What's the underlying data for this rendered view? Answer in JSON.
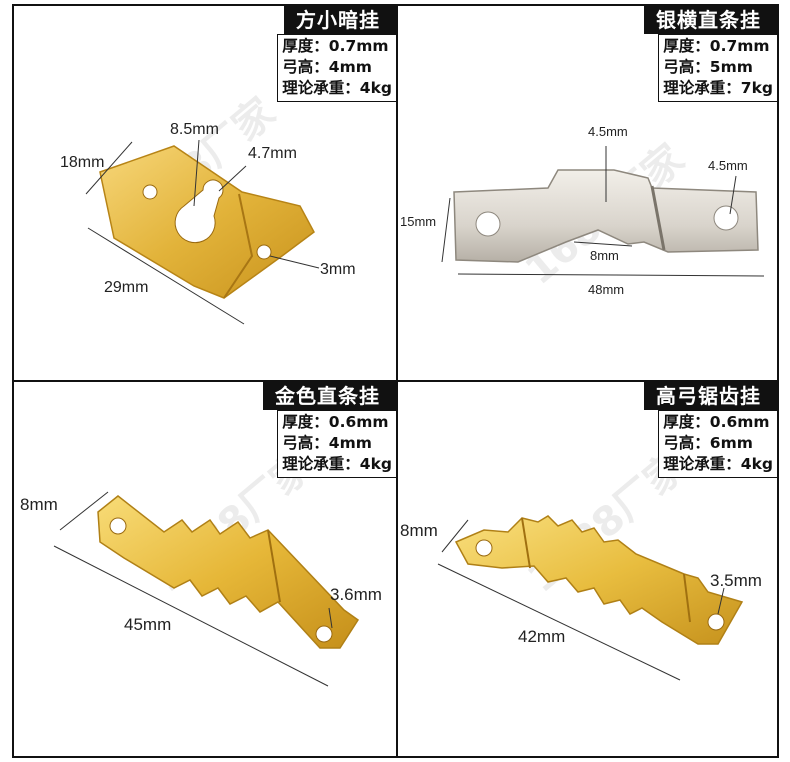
{
  "panels": [
    {
      "title": "方小暗挂",
      "specs": [
        "厚度：0.7mm",
        "弓高：4mm",
        "理论承重：4kg"
      ],
      "dims": {
        "a": "18mm",
        "b": "8.5mm",
        "c": "4.7mm",
        "d": "3mm",
        "e": "29mm"
      },
      "color": "#e2b33a"
    },
    {
      "title": "银横直条挂",
      "specs": [
        "厚度：0.7mm",
        "弓高：5mm",
        "理论承重：7kg"
      ],
      "dims": {
        "a": "4.5mm",
        "b": "4.5mm",
        "c": "15mm",
        "d": "8mm",
        "e": "48mm"
      },
      "color": "#d9d4cc"
    },
    {
      "title": "金色直条挂",
      "specs": [
        "厚度：0.6mm",
        "弓高：4mm",
        "理论承重：4kg"
      ],
      "dims": {
        "a": "8mm",
        "b": "3.6mm",
        "c": "45mm"
      },
      "color": "#e6b738"
    },
    {
      "title": "高弓锯齿挂",
      "specs": [
        "厚度：0.6mm",
        "弓高：6mm",
        "理论承重：4kg"
      ],
      "dims": {
        "a": "8mm",
        "b": "3.5mm",
        "c": "42mm"
      },
      "color": "#e8bd3f"
    }
  ]
}
